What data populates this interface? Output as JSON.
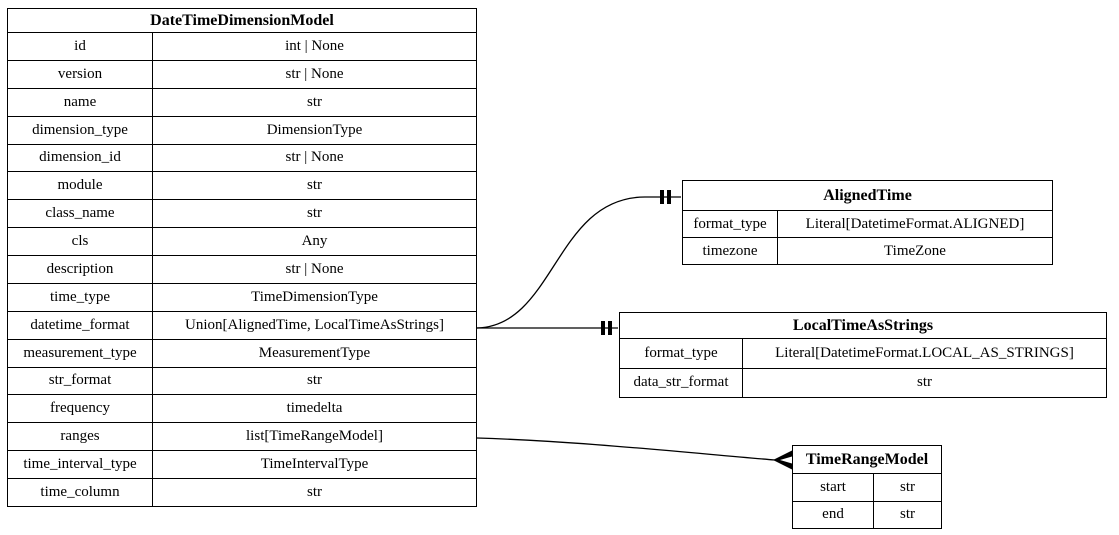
{
  "diagram": {
    "background_color": "#ffffff",
    "line_color": "#000000",
    "text_color": "#000000",
    "entities": {
      "main": {
        "title": "DateTimeDimensionModel",
        "fields": [
          {
            "name": "id",
            "type": "int | None"
          },
          {
            "name": "version",
            "type": "str | None"
          },
          {
            "name": "name",
            "type": "str"
          },
          {
            "name": "dimension_type",
            "type": "DimensionType"
          },
          {
            "name": "dimension_id",
            "type": "str | None"
          },
          {
            "name": "module",
            "type": "str"
          },
          {
            "name": "class_name",
            "type": "str"
          },
          {
            "name": "cls",
            "type": "Any"
          },
          {
            "name": "description",
            "type": "str | None"
          },
          {
            "name": "time_type",
            "type": "TimeDimensionType"
          },
          {
            "name": "datetime_format",
            "type": "Union[AlignedTime, LocalTimeAsStrings]"
          },
          {
            "name": "measurement_type",
            "type": "MeasurementType"
          },
          {
            "name": "str_format",
            "type": "str"
          },
          {
            "name": "frequency",
            "type": "timedelta"
          },
          {
            "name": "ranges",
            "type": "list[TimeRangeModel]"
          },
          {
            "name": "time_interval_type",
            "type": "TimeIntervalType"
          },
          {
            "name": "time_column",
            "type": "str"
          }
        ]
      },
      "aligned": {
        "title": "AlignedTime",
        "fields": [
          {
            "name": "format_type",
            "type": "Literal[DatetimeFormat.ALIGNED]"
          },
          {
            "name": "timezone",
            "type": "TimeZone"
          }
        ]
      },
      "local": {
        "title": "LocalTimeAsStrings",
        "fields": [
          {
            "name": "format_type",
            "type": "Literal[DatetimeFormat.LOCAL_AS_STRINGS]"
          },
          {
            "name": "data_str_format",
            "type": "str"
          }
        ]
      },
      "range": {
        "title": "TimeRangeModel",
        "fields": [
          {
            "name": "start",
            "type": "str"
          },
          {
            "name": "end",
            "type": "str"
          }
        ]
      }
    },
    "edges": [
      {
        "from_field": "DateTimeDimensionModel.datetime_format",
        "to": "AlignedTime",
        "cardinality": "exactly-one"
      },
      {
        "from_field": "DateTimeDimensionModel.datetime_format",
        "to": "LocalTimeAsStrings",
        "cardinality": "exactly-one"
      },
      {
        "from_field": "DateTimeDimensionModel.ranges",
        "to": "TimeRangeModel",
        "cardinality": "many"
      }
    ]
  }
}
